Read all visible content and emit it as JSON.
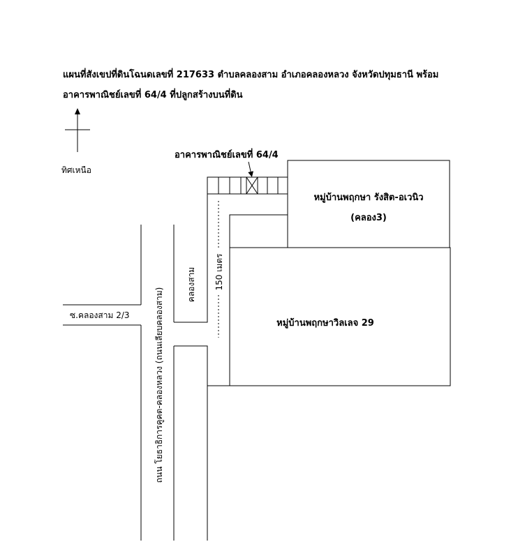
{
  "title": {
    "line1": "แผนที่สังเขปที่ดินโฉนดเลขที่ 217633 ตำบลคลองสาม อำเภอคลองหลวง จังหวัดปทุมธานี พร้อม",
    "line2": "อาคารพาณิชย์เลขที่ 64/4 ที่ปลูกสร้างบนที่ดิน"
  },
  "compass": {
    "label": "ทิศเหนือ"
  },
  "building": {
    "label": "อาคารพาณิชย์เลขที่ 64/4"
  },
  "village_top": {
    "name": "หมู่บ้านพฤกษา รังสิต-อเวนิว",
    "sub": "(คลอง3)"
  },
  "village_main": {
    "name": "หมู่บ้านพฤกษาวิลเลจ 29"
  },
  "canal": {
    "label": "คลองสาม"
  },
  "distance": {
    "label": "150 เมตร"
  },
  "soi": {
    "label": "ซ.คลองสาม 2/3"
  },
  "main_road": {
    "label": "ถนน โยธาธิการคูคต-คลองหลวง (ถนนเลียบคลองสาม)"
  }
}
